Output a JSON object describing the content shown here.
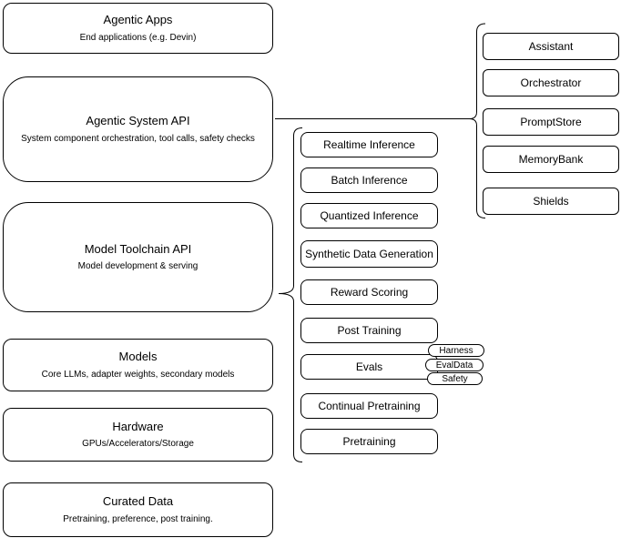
{
  "layers": {
    "boxes": [
      {
        "title": "Agentic Apps",
        "subtitle": "End applications (e.g. Devin)"
      },
      {
        "title": "Agentic System API",
        "subtitle": "System component orchestration, tool calls, safety checks"
      },
      {
        "title": "Model Toolchain API",
        "subtitle": "Model development & serving"
      },
      {
        "title": "Models",
        "subtitle": "Core LLMs, adapter weights, secondary models"
      },
      {
        "title": "Hardware",
        "subtitle": "GPUs/Accelerators/Storage"
      },
      {
        "title": "Curated Data",
        "subtitle": "Pretraining, preference, post training."
      }
    ]
  },
  "toolchain_components": [
    "Realtime Inference",
    "Batch Inference",
    "Quantized Inference",
    "Synthetic Data Generation",
    "Reward Scoring",
    "Post Training",
    "Evals",
    "Continual Pretraining",
    "Pretraining"
  ],
  "eval_tags": [
    "Harness",
    "EvalData",
    "Safety"
  ],
  "system_components": [
    "Assistant",
    "Orchestrator",
    "PromptStore",
    "MemoryBank",
    "Shields"
  ],
  "colors": {
    "stroke": "#000000",
    "background": "#ffffff",
    "text": "#000000"
  }
}
